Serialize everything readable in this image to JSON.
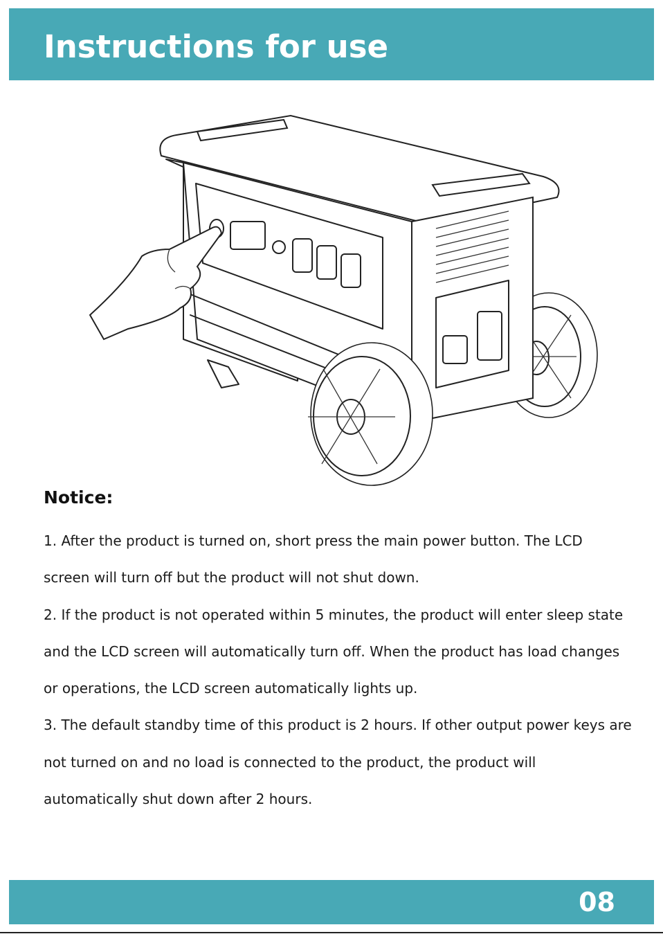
{
  "header": {
    "title": "Instructions for use"
  },
  "illustration": {
    "icon": "power-station-generator-illustration",
    "hand_icon": "pointing-hand-icon"
  },
  "notice": {
    "heading": "Notice:",
    "items": [
      "1. After the product is turned on, short press the main power button. The LCD screen will turn off but the product will not shut down.",
      "2. If the product is not operated within 5 minutes, the product will enter sleep state and the LCD screen will automatically turn off. When the product has load changes or operations, the LCD screen automatically lights up.",
      "3. The default standby time of this product is 2 hours. If other output power keys are not turned on and no load is connected to the product, the product will automatically shut down after 2 hours."
    ]
  },
  "footer": {
    "page_number": "08"
  },
  "colors": {
    "accent": "#48a9b6",
    "text": "#1a1a1a",
    "header_text": "#ffffff"
  }
}
